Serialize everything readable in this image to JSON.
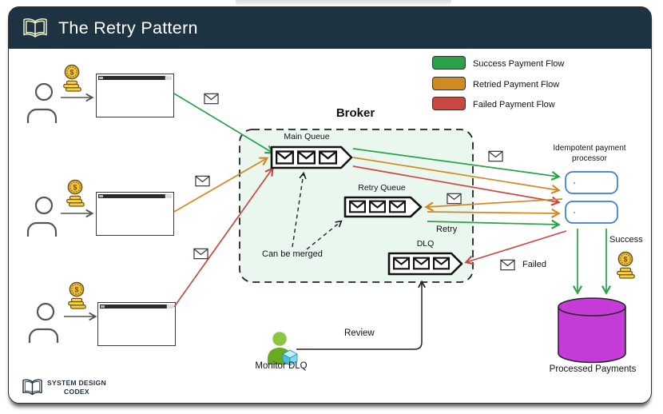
{
  "header": {
    "title": "The Retry Pattern"
  },
  "legend": {
    "items": [
      {
        "label": "Success Payment Flow",
        "color": "#2aa24a"
      },
      {
        "label": "Retried Payment Flow",
        "color": "#d18a22"
      },
      {
        "label": "Failed Payment Flow",
        "color": "#c64a42"
      }
    ]
  },
  "broker": {
    "title": "Broker",
    "main_queue_label": "Main Queue",
    "retry_queue_label": "Retry Queue",
    "dlq_label": "DLQ",
    "merge_note": "Can be merged"
  },
  "processor": {
    "label": "Idempotent payment processor"
  },
  "flows": {
    "retry": "Retry",
    "failed": "Failed",
    "success": "Success",
    "review": "Review"
  },
  "monitor": {
    "label": "Monitor DLQ"
  },
  "storage": {
    "label": "Processed Payments"
  },
  "brand": {
    "line1": "SYSTEM DESIGN",
    "line2": "CODEX"
  },
  "colors": {
    "header_bg": "#1e3342",
    "success": "#2aa24a",
    "retried": "#d18a22",
    "failed": "#c64a42",
    "broker_bg": "#e9f7ee",
    "processor_border": "#3a7cd0",
    "storage_fill": "#c43bd8"
  }
}
